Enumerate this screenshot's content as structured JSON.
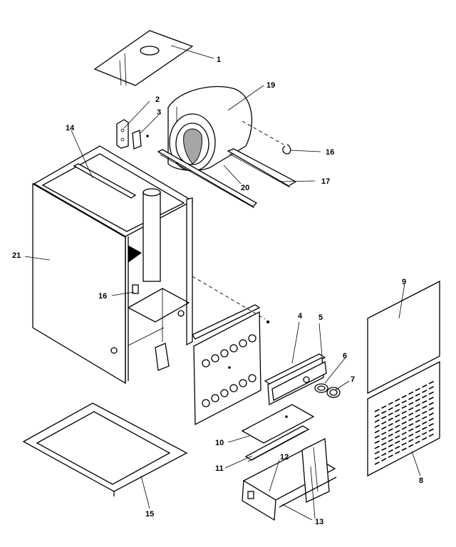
{
  "diagram": {
    "callouts": [
      {
        "id": "c1",
        "text": "1"
      },
      {
        "id": "c2",
        "text": "2"
      },
      {
        "id": "c3",
        "text": "3"
      },
      {
        "id": "c4",
        "text": "4"
      },
      {
        "id": "c5",
        "text": "5"
      },
      {
        "id": "c6",
        "text": "6"
      },
      {
        "id": "c7",
        "text": "7"
      },
      {
        "id": "c8",
        "text": "8"
      },
      {
        "id": "c9",
        "text": "9"
      },
      {
        "id": "c10",
        "text": "10"
      },
      {
        "id": "c11",
        "text": "11"
      },
      {
        "id": "c12",
        "text": "12"
      },
      {
        "id": "c13",
        "text": "13"
      },
      {
        "id": "c14",
        "text": "14"
      },
      {
        "id": "c15",
        "text": "15"
      },
      {
        "id": "c16a",
        "text": "16"
      },
      {
        "id": "c16b",
        "text": "16"
      },
      {
        "id": "c17",
        "text": "17"
      },
      {
        "id": "c19",
        "text": "19"
      },
      {
        "id": "c20",
        "text": "20"
      },
      {
        "id": "c21",
        "text": "21"
      }
    ]
  }
}
